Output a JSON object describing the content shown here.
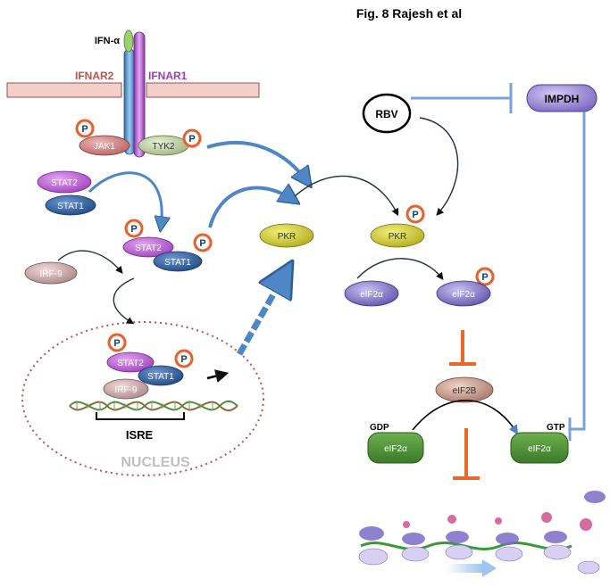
{
  "figure_title": "Fig. 8 Rajesh et al",
  "receptor": {
    "ligand": "IFN-α",
    "subunit_left": "IFNAR2",
    "subunit_right": "IFNAR1"
  },
  "kinases": {
    "jak1": "JAK1",
    "tyk2": "TYK2"
  },
  "stats": {
    "stat2": "STAT2",
    "stat1": "STAT1"
  },
  "irf9": "IRF-9",
  "phospho": "P",
  "isre": "ISRE",
  "nucleus": "NUCLEUS",
  "pkr": "PKR",
  "rbv": "RBV",
  "impdh": "IMPDH",
  "eif2a": "eIF2α",
  "eif2b": "eIF2B",
  "gdp": "GDP",
  "gtp": "GTP",
  "colors": {
    "membrane": "#f2c9c4",
    "ifnar2": "#c0504d",
    "ifnar1": "#9b3fb5",
    "stat2": "#b455d0",
    "stat1": "#2f5f9e",
    "tyk2": "#b9c9a0",
    "jak1": "#c77b7b",
    "pkr": "#c6c43a",
    "eif2a": "#7a6fc0",
    "eif2b": "#c49a8e",
    "eif2a_green": "#4e8f3a",
    "impdh": "#8e7bd0",
    "phospho_ring": "#e8602c",
    "arrow_blue": "#5b8fc9",
    "inhibit_orange": "#e8692a",
    "inhibit_blue": "#7aa2d4",
    "nucleus_border": "#c0504d"
  }
}
